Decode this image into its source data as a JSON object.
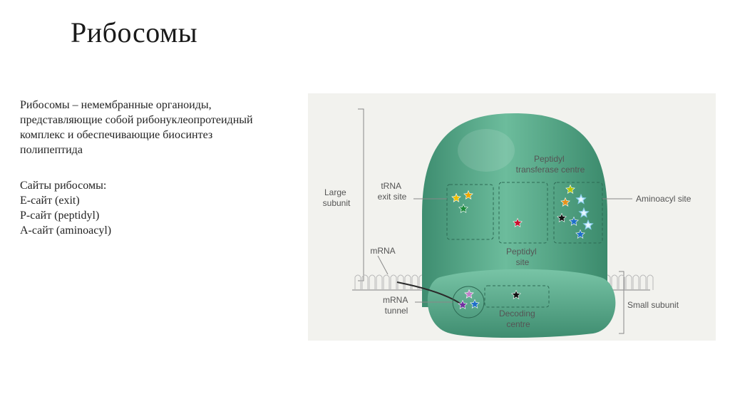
{
  "slide": {
    "title": "Рибосомы",
    "paragraph1": [
      "Рибосомы – немембранные органоиды,",
      "представляющие собой рибонуклеопротеидный",
      "комплекс и обеспечивающие биосинтез",
      "полипептида"
    ],
    "sites_heading": "Сайты рибосомы:",
    "sites": [
      "E-сайт (exit)",
      "P-сайт (peptidyl)",
      "A-сайт (aminoacyl)"
    ]
  },
  "diagram": {
    "labels": {
      "large_subunit": [
        "Large",
        "subunit"
      ],
      "trna_exit": [
        "tRNA",
        "exit site"
      ],
      "peptidyl_transferase": [
        "Peptidyl",
        "transferase centre"
      ],
      "aminoacyl_site": "Aminoacyl site",
      "peptidyl_site": [
        "Peptidyl",
        "site"
      ],
      "mrna": "mRNA",
      "mrna_tunnel": [
        "mRNA",
        "tunnel"
      ],
      "decoding_centre": [
        "Decoding",
        "centre"
      ],
      "small_subunit": "Small subunit"
    },
    "colors": {
      "body": "#5aab8c",
      "body_dark": "#3d8a6e",
      "background": "#f2f2ee",
      "label": "#555555"
    },
    "stars": [
      {
        "site": "exit",
        "color": "#f0c000"
      },
      {
        "site": "exit",
        "color": "#f0a800"
      },
      {
        "site": "exit",
        "color": "#1a8a3a"
      },
      {
        "site": "peptidyl",
        "color": "#c8102e"
      },
      {
        "site": "aminoacyl",
        "color": "#b5c800"
      },
      {
        "site": "aminoacyl",
        "color": "#e8921a"
      },
      {
        "site": "aminoacyl",
        "color": "#8ed0f0"
      },
      {
        "site": "aminoacyl",
        "color": "#111111"
      },
      {
        "site": "aminoacyl",
        "color": "#8ed0f0"
      },
      {
        "site": "aminoacyl",
        "color": "#1e6fc8"
      },
      {
        "site": "aminoacyl",
        "color": "#8ed0f0"
      },
      {
        "site": "aminoacyl",
        "color": "#1e6fc8"
      },
      {
        "site": "tunnel",
        "color": "#c080c8"
      },
      {
        "site": "tunnel",
        "color": "#7030a0"
      },
      {
        "site": "tunnel",
        "color": "#1e6fc8"
      },
      {
        "site": "decoding",
        "color": "#111111"
      }
    ]
  }
}
